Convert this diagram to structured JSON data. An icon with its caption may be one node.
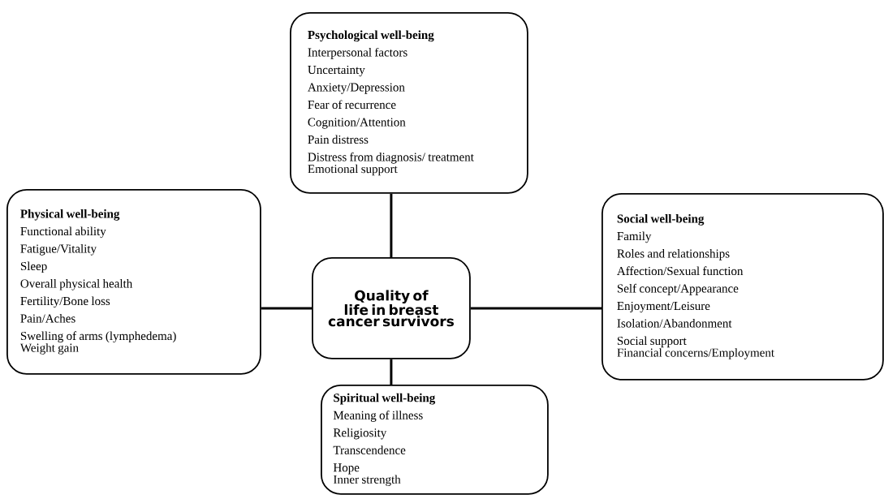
{
  "diagram": {
    "nodes": [
      {
        "text": [
          "Psychological well-being",
          "Interpersonal factors",
          "Uncertainty",
          "Anxiety/Depression",
          "Fear of recurrence",
          "Cognition/Attention",
          "Pain distress",
          "Distress from diagnosis/ treatment",
          "Emotional support"
        ]
      },
      {
        "text": [
          "Physical well-being",
          "Functional ability",
          "Fatigue/Vitality",
          "Sleep",
          "Overall physical health",
          "Fertility/Bone loss",
          "Pain/Aches",
          "Swelling of arms (lymphedema)",
          "Weight gain"
        ]
      },
      {
        "text": [
          "Quality of life in breast cancer survivors"
        ]
      },
      {
        "text": [
          "Social well-being",
          "Family",
          "Roles and relationships",
          "Affection/Sexual function",
          "Self concept/Appearance",
          "Enjoyment/Leisure",
          "Isolation/Abandonment",
          "Social support",
          "Financial concerns/Employment"
        ]
      },
      {
        "text": [
          "Spiritual well-being",
          "Meaning of illness",
          "Religiosity",
          "Transcendence",
          "Hope",
          "Inner strength"
        ]
      }
    ],
    "edges": [
      {
        "from": 2,
        "to": 0,
        "arrow": "none"
      },
      {
        "from": 2,
        "to": 1,
        "arrow": "none"
      },
      {
        "from": 2,
        "to": 3,
        "arrow": "none"
      },
      {
        "from": 2,
        "to": 4,
        "arrow": "none"
      }
    ]
  }
}
